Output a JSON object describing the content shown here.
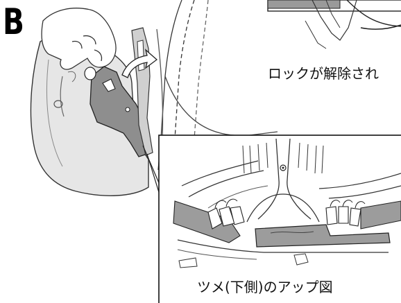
{
  "step_label": "B",
  "unlock_caption": "ロックが解除され",
  "closeup_caption": "ツメ(下側)のアップ図"
}
